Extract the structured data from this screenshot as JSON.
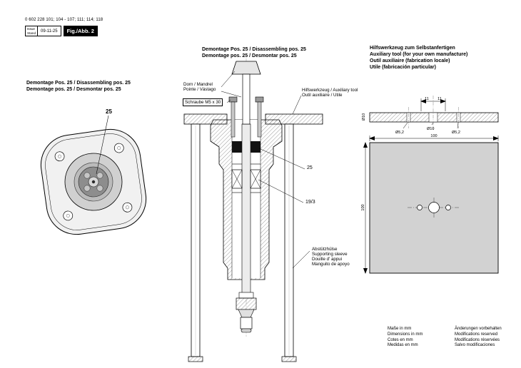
{
  "header": {
    "part_numbers": "0 602 228 101; 104 - 107; 111; 114; 118",
    "issue_label": "Issue",
    "stand_label": "Stand",
    "date": "09-11-25",
    "fig_label": "Fig./Abb. 2"
  },
  "left_view": {
    "title_lines": [
      "Demontage Pos. 25 / Disassembling pos. 25",
      "Demontage pos. 25 / Desmontar pos. 25"
    ],
    "callout_25": "25"
  },
  "center_view": {
    "title_lines": [
      "Demontage Pos. 25 / Disassembling pos. 25",
      "Demontage pos. 25 / Desmontar pos. 25"
    ],
    "mandrel_label_lines": [
      "Dorn / Mandrel",
      "Pointe / Vástago"
    ],
    "screw_label": "Schraube M5 x 30",
    "aux_tool_label_lines": [
      "Hilfswerkzeug / Auxiliary tool",
      "Outil auxiliaire / Utile"
    ],
    "callout_25": "25",
    "callout_19_3": "19/3",
    "sleeve_label_lines": [
      "Abstützhülse",
      "Supporting sleeve",
      "Douille d' appui",
      "Manguito de apoyo"
    ]
  },
  "right_view": {
    "title_lines": [
      "Hilfswerkzeug zum Selbstanfertigen",
      "Auxiliary tool (for your own manufacture)",
      "Outil auxiliaire (fabrication locale)",
      "Utile (fabricación particular)"
    ],
    "dimensions": {
      "notch_left": "11",
      "notch_right": "11",
      "thickness": "Ø10",
      "hole_small_left": "Ø5,2",
      "hole_center": "Ø10",
      "hole_small_right": "Ø5,2",
      "plate_width": "100",
      "plate_height": "100"
    }
  },
  "footer": {
    "units_lines": [
      "Maße in mm",
      "Dimensions in mm",
      "Cotes en mm",
      "Medidas en mm"
    ],
    "modifications_lines": [
      "Änderungen vorbehalten",
      "Modifications reserved",
      "Modifications réservées",
      "Salvo modificaciones"
    ]
  }
}
